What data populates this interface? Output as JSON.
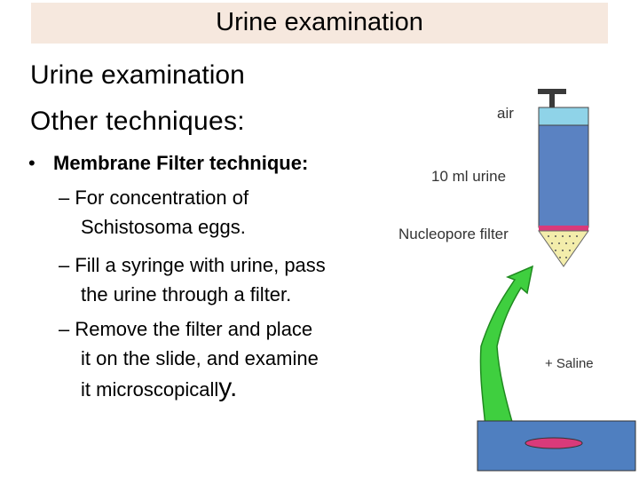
{
  "slide": {
    "title": "Urine examination",
    "heading": "Urine examination",
    "subheading": "Other techniques:",
    "bullet": {
      "symbol": "•",
      "text": "Membrane Filter technique:"
    },
    "sub_points": [
      {
        "dash": "– For",
        "word2": "concentration",
        "word3": "of",
        "cont": "Schistosoma eggs."
      },
      {
        "line1": "– Fill a syringe with urine, pass",
        "line2": "the urine through a filter."
      },
      {
        "line1": "– Remove the filter and place",
        "line2": "it on the slide, and examine",
        "line3_main": "it microscopicall",
        "line3_end": "y."
      }
    ]
  },
  "diagram": {
    "labels": {
      "air": "air",
      "urine": "10 ml urine",
      "filter": "Nucleopore filter",
      "saline": "+ Saline"
    },
    "colors": {
      "air": "#8fd3e8",
      "urine": "#5a82c2",
      "plunger": "#3a3a3a",
      "filter": "#d93a7a",
      "cone": "#f3edab",
      "arrow": "#3fcf3f",
      "slide": "#4f7fc0",
      "slide_filter": "#d93a7a"
    }
  }
}
